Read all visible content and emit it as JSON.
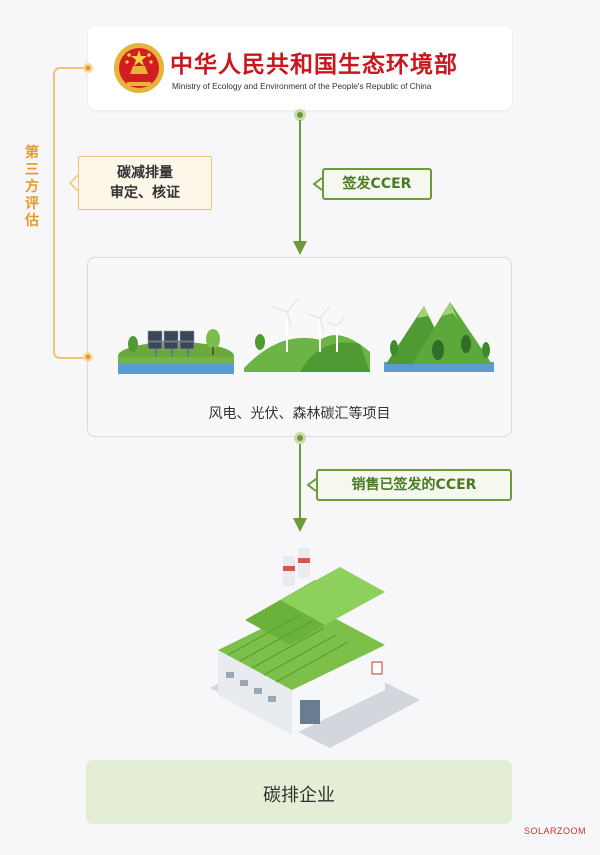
{
  "header": {
    "title_cn": "中华人民共和国生态环境部",
    "title_en": "Ministry of Ecology and Environment of the People's Republic of China",
    "emblem_icon": "national-emblem-icon"
  },
  "side": {
    "third_party_label": "第三方评估",
    "verify_line1": "碳减排量",
    "verify_line2": "审定、核证"
  },
  "flow": {
    "issue_label": "签发CCER",
    "sell_label": "销售已签发的CCER"
  },
  "projects": {
    "caption": "风电、光伏、森林碳汇等项目",
    "icons": [
      "solar-panel-icon",
      "wind-turbine-icon",
      "forest-icon"
    ]
  },
  "enterprise": {
    "label": "碳排企业",
    "icon": "factory-icon"
  },
  "watermark": "SOLARZOOM",
  "colors": {
    "green": "#6d9a3a",
    "orange": "#e49a2b",
    "red": "#c8171e",
    "enterprise_bg": "#e4eed5"
  }
}
